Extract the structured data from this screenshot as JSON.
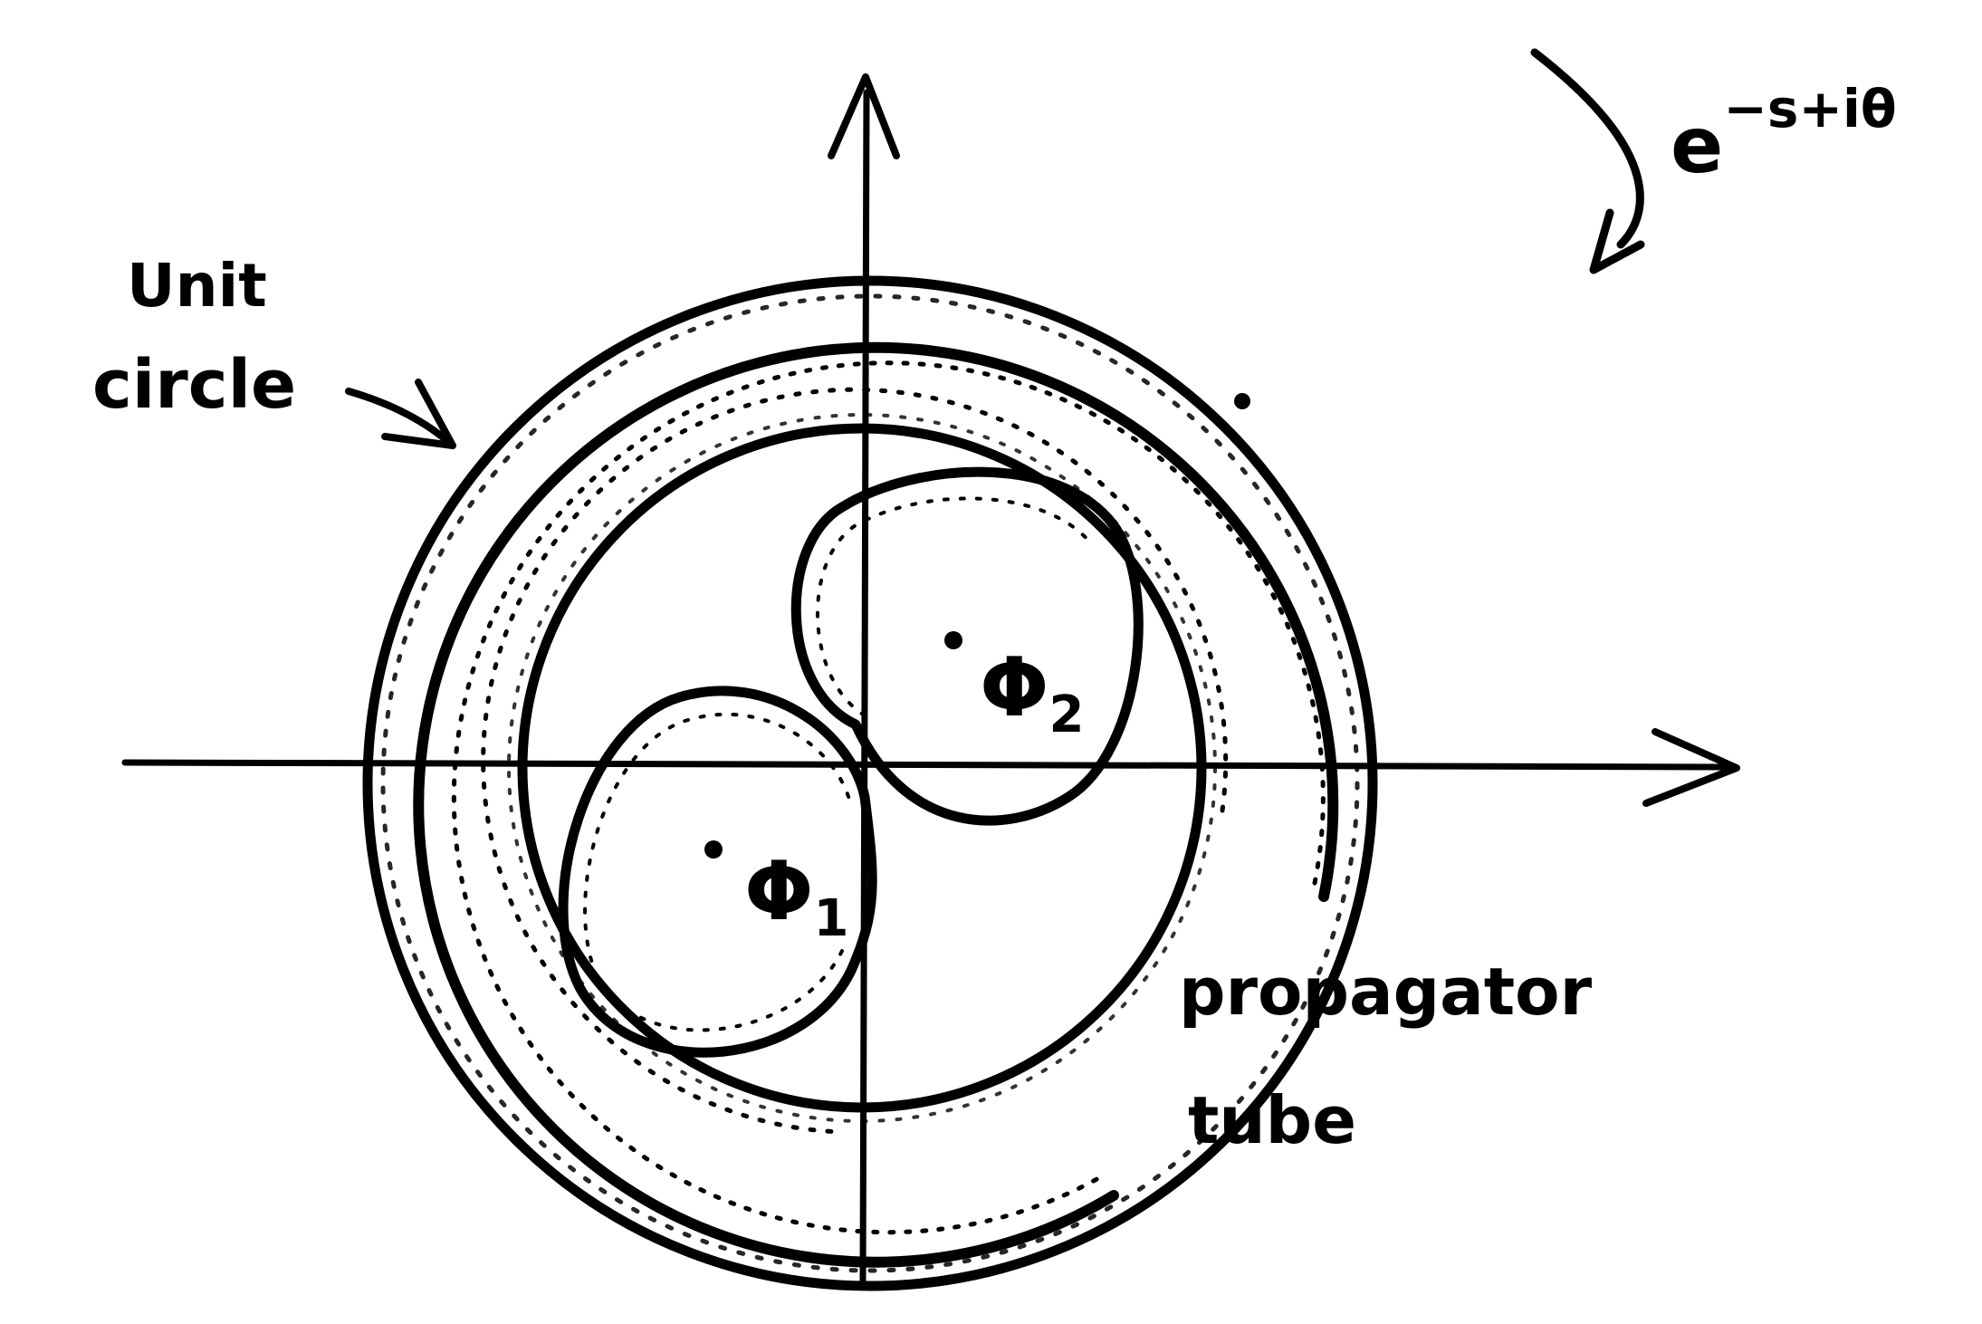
{
  "labels": {
    "unit_line1": "Unit",
    "unit_line2": "circle",
    "exp_base": "e",
    "exp_power": "−s+iθ",
    "phi1_symbol": "Φ",
    "phi1_sub": "1",
    "phi2_symbol": "Φ",
    "phi2_sub": "2",
    "prop_line1": "propagator",
    "prop_line2": "tube"
  },
  "colors": {
    "ink": "#000000",
    "background": "#ffffff"
  },
  "icons": [
    "arrow-head-icon",
    "rotation-arrow-icon"
  ]
}
